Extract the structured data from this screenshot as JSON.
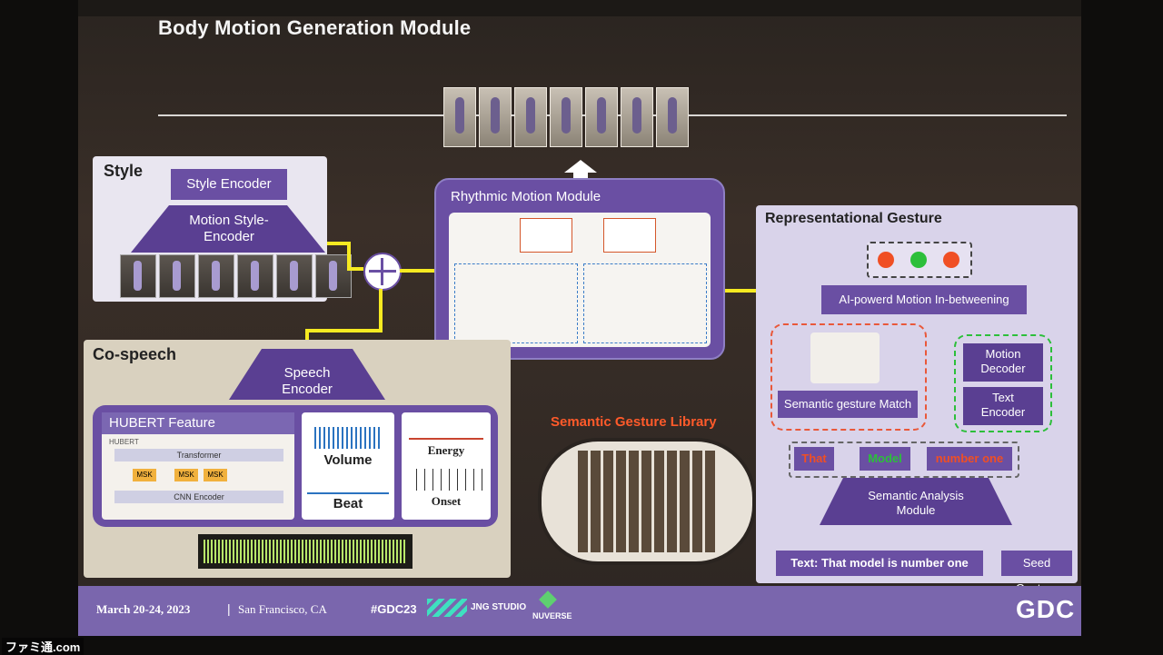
{
  "slide": {
    "title": "Body Motion Generation Module",
    "style_panel": {
      "heading": "Style",
      "style_encoder": "Style Encoder",
      "motion_style_encoder": "Motion Style-\nEncoder"
    },
    "rhythmic": {
      "heading": "Rhythmic Motion Module"
    },
    "representational": {
      "heading": "Representational  Gesture",
      "ai_inbetween": "AI-powerd Motion In-betweening",
      "semantic_match": "Semantic gesture Match",
      "motion_decoder": "Motion\nDecoder",
      "text_encoder": "Text\nEncoder",
      "tags": [
        "That",
        "Model",
        "number one"
      ],
      "semantic_analysis": "Semantic Analysis\nModule",
      "text_input": "Text: That model is number one",
      "seed_gesture": "Seed Gesture",
      "library_label": "Semantic Gesture Library",
      "dot_colors": [
        "#f04f24",
        "#2cbf3a",
        "#f04f24"
      ]
    },
    "cospeech": {
      "heading": "Co-speech",
      "speech_encoder": "Speech\nEncoder",
      "hubert": "HUBERT Feature",
      "hubert_small": "HUBERT",
      "transformer": "Transformer",
      "cnn_encoder": "CNN Encoder",
      "msk": [
        "MSK",
        "MSK",
        "MSK"
      ],
      "volume": "Volume",
      "beat": "Beat",
      "energy": "Energy",
      "onset": "Onset"
    },
    "footer": {
      "date": "March 20-24, 2023",
      "separator": "|",
      "location": "San Francisco, CA",
      "hashtag": "#GDC23",
      "studio": "JNG STUDIO",
      "nuverse": "NUVERSE",
      "gdc": "GDC"
    },
    "watermark": "ファミ通.com"
  }
}
